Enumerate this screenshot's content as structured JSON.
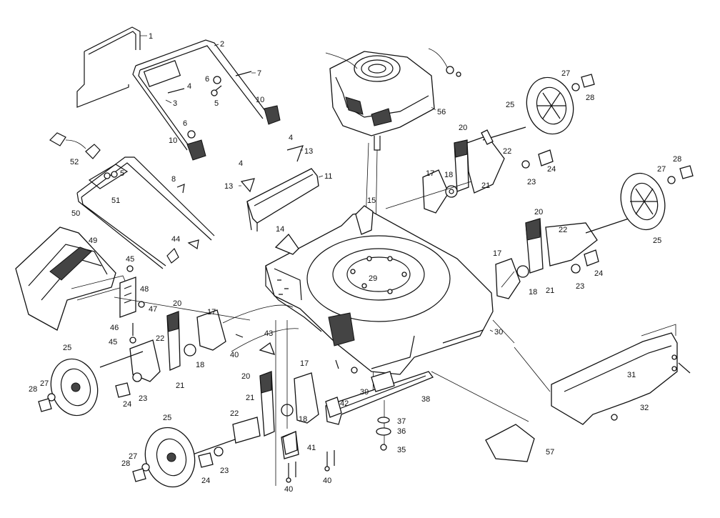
{
  "callouts": [
    "1",
    "2",
    "3",
    "4",
    "5",
    "6",
    "7",
    "8",
    "10",
    "11",
    "13",
    "14",
    "15",
    "17",
    "18",
    "20",
    "21",
    "22",
    "23",
    "24",
    "25",
    "27",
    "28",
    "29",
    "30",
    "31",
    "32",
    "35",
    "36",
    "37",
    "38",
    "39",
    "40",
    "41",
    "42",
    "43",
    "44",
    "45",
    "46",
    "47",
    "48",
    "49",
    "50",
    "51",
    "52",
    "56",
    "57"
  ]
}
